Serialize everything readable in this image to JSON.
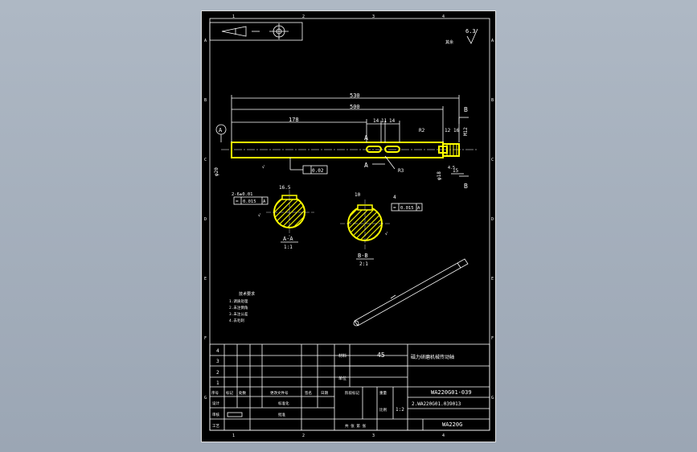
{
  "colors": {
    "background_start": "#aeb8c4",
    "background_end": "#9ba6b4",
    "sheet": "#000000",
    "line": "#ffffff",
    "highlight": "#ffff00"
  },
  "grid": {
    "top": [
      "1",
      "2",
      "3",
      "4"
    ],
    "bottom": [
      "1",
      "2",
      "3",
      "4"
    ],
    "left": [
      "A",
      "B",
      "C",
      "D",
      "E",
      "F",
      "G"
    ],
    "right": [
      "A",
      "B",
      "C",
      "D",
      "E",
      "F",
      "G"
    ]
  },
  "roughness": "6.3",
  "dims": {
    "overall_530": "530",
    "len_500": "500",
    "len_178": "178",
    "k14a": "14",
    "k11": "11",
    "k14b": "14",
    "r2": "R2",
    "d12": "12",
    "d16": "16",
    "m12": "M12",
    "dia20": "φ20",
    "dia18": "φ18",
    "d4_5": "4.5",
    "d15": "15",
    "r3": "R3",
    "tol_002": "0.02",
    "sec_a_width": "16.5",
    "sec_a_key": "2-6±0.01",
    "sec_a_tol": "0.015",
    "sec_b_width": "10",
    "sec_b_key": "4",
    "sec_b_tol": "0.015",
    "ref": "A",
    "sec_a_label": "A-A",
    "sec_a_scale": "1:1",
    "sec_b_label": "B-B",
    "sec_b_scale": "2:1",
    "sec_a_mark": "A",
    "sec_b_mark": "B"
  },
  "title_block": {
    "rows": [
      "4",
      "3",
      "2",
      "1"
    ],
    "material": "45",
    "part_name": "磁力研磨机械传动轴",
    "drawing_no": "WA220G01-039",
    "assy_no": "2.WA220G01.039013",
    "model": "WA220G",
    "scale": "1:2",
    "header_cols": [
      "序号",
      "标记",
      "处数",
      "更改文件号",
      "签名",
      "日期"
    ],
    "design": "设计",
    "check": "审核",
    "process": "工艺",
    "std": "标准化",
    "approve": "批准",
    "stage_mark": "阶段标记",
    "weight": "重量",
    "ratio": "比例",
    "sheets": "共 张 第 张",
    "mat_label": "材料",
    "unit": "单位"
  },
  "tech_notes": [
    "技术要求",
    "1.调质处理",
    "2.未注倒角",
    "3.未注公差",
    "4.去毛刺"
  ]
}
